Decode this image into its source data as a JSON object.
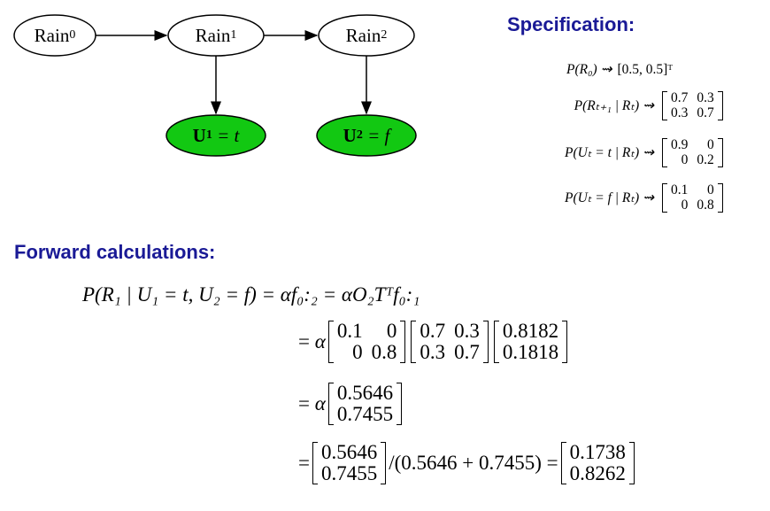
{
  "diagram": {
    "nodes": [
      {
        "label": "Rain",
        "sub": "0"
      },
      {
        "label": "Rain",
        "sub": "1"
      },
      {
        "label": "Rain",
        "sub": "2"
      },
      {
        "label": "U",
        "sub": "1",
        "rhs": " = t"
      },
      {
        "label": "U",
        "sub": "2",
        "rhs": " = f"
      }
    ],
    "evidence_color": "#12c812"
  },
  "specification": {
    "heading": "Specification:",
    "rows": [
      {
        "lhs": "P(R₀) ⇝",
        "value": "[0.5, 0.5]ᵀ"
      },
      {
        "lhs": "P(Rₜ₊₁ | Rₜ) ⇝",
        "matrix": [
          [
            "0.7",
            "0.3"
          ],
          [
            "0.3",
            "0.7"
          ]
        ]
      },
      {
        "lhs": "P(Uₜ = t | Rₜ) ⇝",
        "matrix": [
          [
            "0.9",
            "0"
          ],
          [
            "0",
            "0.2"
          ]
        ]
      },
      {
        "lhs": "P(Uₜ = f | Rₜ) ⇝",
        "matrix": [
          [
            "0.1",
            "0"
          ],
          [
            "0",
            "0.8"
          ]
        ]
      }
    ]
  },
  "forward": {
    "heading": "Forward calculations:",
    "line1_lhs": "P(R₁ | U₁ = t, U₂ = f) = αf₀:₂ = αO₂Tᵀf₀:₁",
    "eq": "=",
    "alpha": "α",
    "m_O": [
      [
        "0.1",
        "0"
      ],
      [
        "0",
        "0.8"
      ]
    ],
    "m_T": [
      [
        "0.7",
        "0.3"
      ],
      [
        "0.3",
        "0.7"
      ]
    ],
    "v_f01": [
      [
        "0.8182"
      ],
      [
        "0.1818"
      ]
    ],
    "v_unnorm": [
      [
        "0.5646"
      ],
      [
        "0.7455"
      ]
    ],
    "norm_text": "/(0.5646 + 0.7455) =",
    "v_result": [
      [
        "0.1738"
      ],
      [
        "0.8262"
      ]
    ]
  }
}
